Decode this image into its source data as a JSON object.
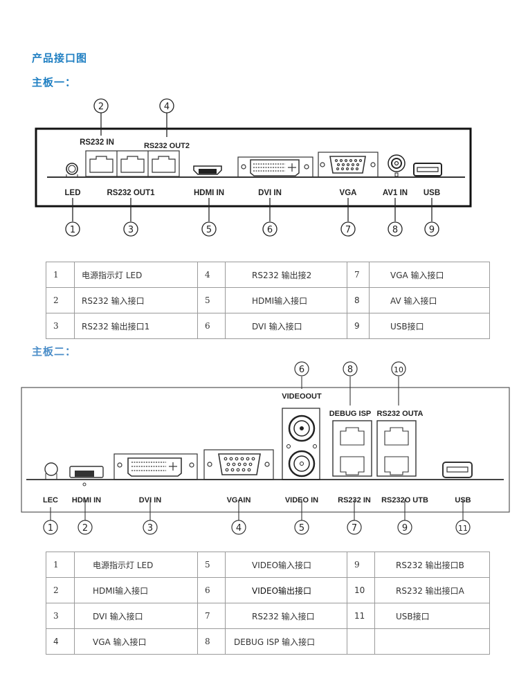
{
  "headings": {
    "title": "产品接口图",
    "board1": "主板一：",
    "board2": "主板二："
  },
  "board1": {
    "callouts_top": [
      {
        "num": "2",
        "label": "RS232 IN"
      },
      {
        "num": "4",
        "label": "RS232 OUT2"
      }
    ],
    "callouts_bottom": [
      {
        "num": "1",
        "label": "LED"
      },
      {
        "num": "3",
        "label": "RS232 OUT1"
      },
      {
        "num": "5",
        "label": "HDMI IN"
      },
      {
        "num": "6",
        "label": "DVI IN"
      },
      {
        "num": "7",
        "label": "VGA"
      },
      {
        "num": "8",
        "label": "AV1 IN"
      },
      {
        "num": "9",
        "label": "USB"
      }
    ],
    "table": [
      [
        {
          "num": "1",
          "desc": "电源指示灯 LED"
        },
        {
          "num": "4",
          "desc": "RS232 输出接2"
        },
        {
          "num": "7",
          "desc": "VGA 输入接口"
        }
      ],
      [
        {
          "num": "2",
          "desc": "RS232 输入接口"
        },
        {
          "num": "5",
          "desc": "HDMI输入接口"
        },
        {
          "num": "8",
          "desc": "AV 输入接口"
        }
      ],
      [
        {
          "num": "3",
          "desc": "RS232 输出接口1"
        },
        {
          "num": "6",
          "desc": "DVI 输入接口"
        },
        {
          "num": "9",
          "desc": "USB接口"
        }
      ]
    ]
  },
  "board2": {
    "callouts_top": [
      {
        "num": "6",
        "label": "VIDEOOUT"
      },
      {
        "num": "8",
        "label": "DEBUG ISP"
      },
      {
        "num": "10",
        "label": "RS232 OUTA"
      }
    ],
    "callouts_bottom": [
      {
        "num": "1",
        "label": "LEC"
      },
      {
        "num": "2",
        "label": "HDMI IN"
      },
      {
        "num": "3",
        "label": "DVI IN"
      },
      {
        "num": "4",
        "label": "VGAIN"
      },
      {
        "num": "5",
        "label": "VIDEO IN"
      },
      {
        "num": "7",
        "label": "RS232 IN"
      },
      {
        "num": "9",
        "label": "RS232O UTB"
      },
      {
        "num": "11",
        "label": "USB"
      }
    ],
    "table": [
      [
        {
          "num": "1",
          "desc": "电源指示灯 LED"
        },
        {
          "num": "5",
          "desc": "VIDEO输入接口"
        },
        {
          "num": "9",
          "desc": "RS232 输出接口B"
        }
      ],
      [
        {
          "num": "2",
          "desc": "HDMI输入接口"
        },
        {
          "num": "6",
          "desc": "VIDEO输出接口"
        },
        {
          "num": "10",
          "desc": "RS232 输出接口A"
        }
      ],
      [
        {
          "num": "3",
          "desc": "DVI 输入接口"
        },
        {
          "num": "7",
          "desc": "RS232 输入接口"
        },
        {
          "num": "11",
          "desc": "USB接口"
        }
      ],
      [
        {
          "num": "4",
          "desc": "VGA 输入接口"
        },
        {
          "num": "8",
          "desc": "DEBUG ISP 输入接口"
        },
        {
          "num": "",
          "desc": ""
        }
      ]
    ]
  }
}
